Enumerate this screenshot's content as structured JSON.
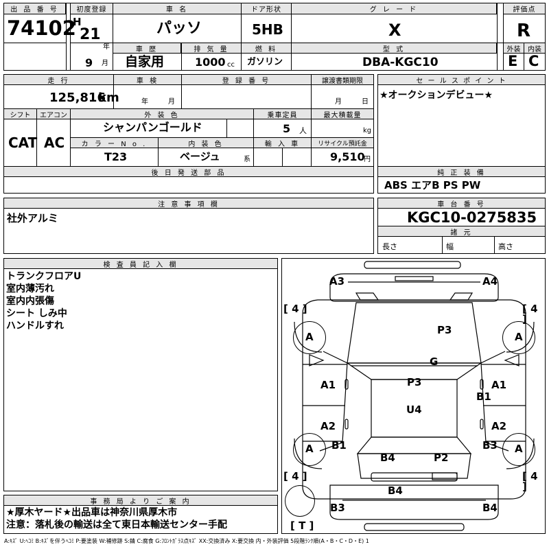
{
  "headers": {
    "lot_no": "出 品 番 号",
    "first_reg": "初度登録",
    "car_name": "車 名",
    "door": "ドア形状",
    "grade": "グ レ ー ド",
    "score": "評価点",
    "history": "車 歴",
    "displacement": "排 気 量",
    "fuel": "燃 料",
    "model_type": "型 式",
    "exterior": "外装",
    "interior": "内装",
    "mileage": "走 行",
    "inspection": "車 検",
    "reg_no": "登 録 番 号",
    "transfer_deadline": "譲渡書類期限",
    "sales_point": "セ ー ル ス ポ イ ン ト",
    "shift": "シフト",
    "aircon": "エアコン",
    "ext_color": "外 装 色",
    "capacity": "乗車定員",
    "max_load": "最大積載量",
    "color_no": "カ ラ ー N o .",
    "int_color": "内 装 色",
    "import": "輸 入 車",
    "recycle": "リサイクル預託金",
    "later_parts": "後 日 発 送 部 品",
    "genuine_equip": "純 正 装 備",
    "notes": "注 意 事 項 欄",
    "chassis_no": "車 台 番 号",
    "specs": "諸 元",
    "inspector": "検 査 員 記 入 欄",
    "office": "事 務 局 よ り ご 案 内"
  },
  "vehicle": {
    "lot_no": "74102",
    "era": "H",
    "year": "21",
    "year_unit": "年",
    "month": "9",
    "month_unit": "月",
    "name": "パッソ",
    "door": "5HB",
    "grade": "X",
    "score": "R",
    "history": "自家用",
    "displacement": "1000",
    "displacement_unit": "cc",
    "fuel": "ガソリン",
    "model_type": "DBA-KGC10",
    "exterior_score": "E",
    "interior_score": "C",
    "mileage": "125,816",
    "mileage_unit": "km",
    "inspection_year_unit": "年",
    "inspection_month_unit": "月",
    "transfer_month_unit": "月",
    "transfer_day_unit": "日",
    "sales_point": "★オークションデビュー★",
    "shift": "CAT",
    "aircon": "AC",
    "ext_color": "シャンパンゴールド",
    "capacity": "5",
    "capacity_unit": "人",
    "max_load_unit": "kg",
    "color_no": "T23",
    "int_color": "ベージュ",
    "int_color_suffix": "系",
    "recycle": "9,510",
    "recycle_unit": "円",
    "genuine_equip": "ABS エアB PS PW",
    "notes": "社外アルミ",
    "chassis_no": "KGC10-0275835",
    "spec_length": "長さ",
    "spec_width": "幅",
    "spec_height": "高さ"
  },
  "inspector_notes": [
    "トランクフロアU",
    "室内薄汚れ",
    "室内内張傷",
    "シート しみ中",
    "ハンドルすれ"
  ],
  "office_notes": [
    "★厚木ヤード★出品車は神奈川県厚木市",
    "注意：落札後の輸送は全て東日本輸送センター手配"
  ],
  "diagram": {
    "marks": [
      "A3",
      "A4",
      "P3",
      "G",
      "A1",
      "A1",
      "B1",
      "P3",
      "U4",
      "A2",
      "A2",
      "B1",
      "B3",
      "B4",
      "P2",
      "B4",
      "B3",
      "B4"
    ],
    "tires": [
      "A",
      "A",
      "A",
      "A"
    ],
    "tread": [
      "[ 4 ]",
      "[ 4 ]",
      "[ 4 ]",
      "[ 4 ]"
    ],
    "spare": "[ T ]"
  },
  "legend": "A:ｷｽﾞ U:ﾍｺﾐ B:ｷｽﾞを伴うﾍｺﾐ P:要塗装 W:補修跡 S:錆 C:腐食 G:ﾌﾛﾝﾄｶﾞﾗｽ点ｷｽﾞ XX:交換済み X:要交換 内・外装評価 5段階ﾗﾝｸ順(A・B・C・D・E) 1"
}
